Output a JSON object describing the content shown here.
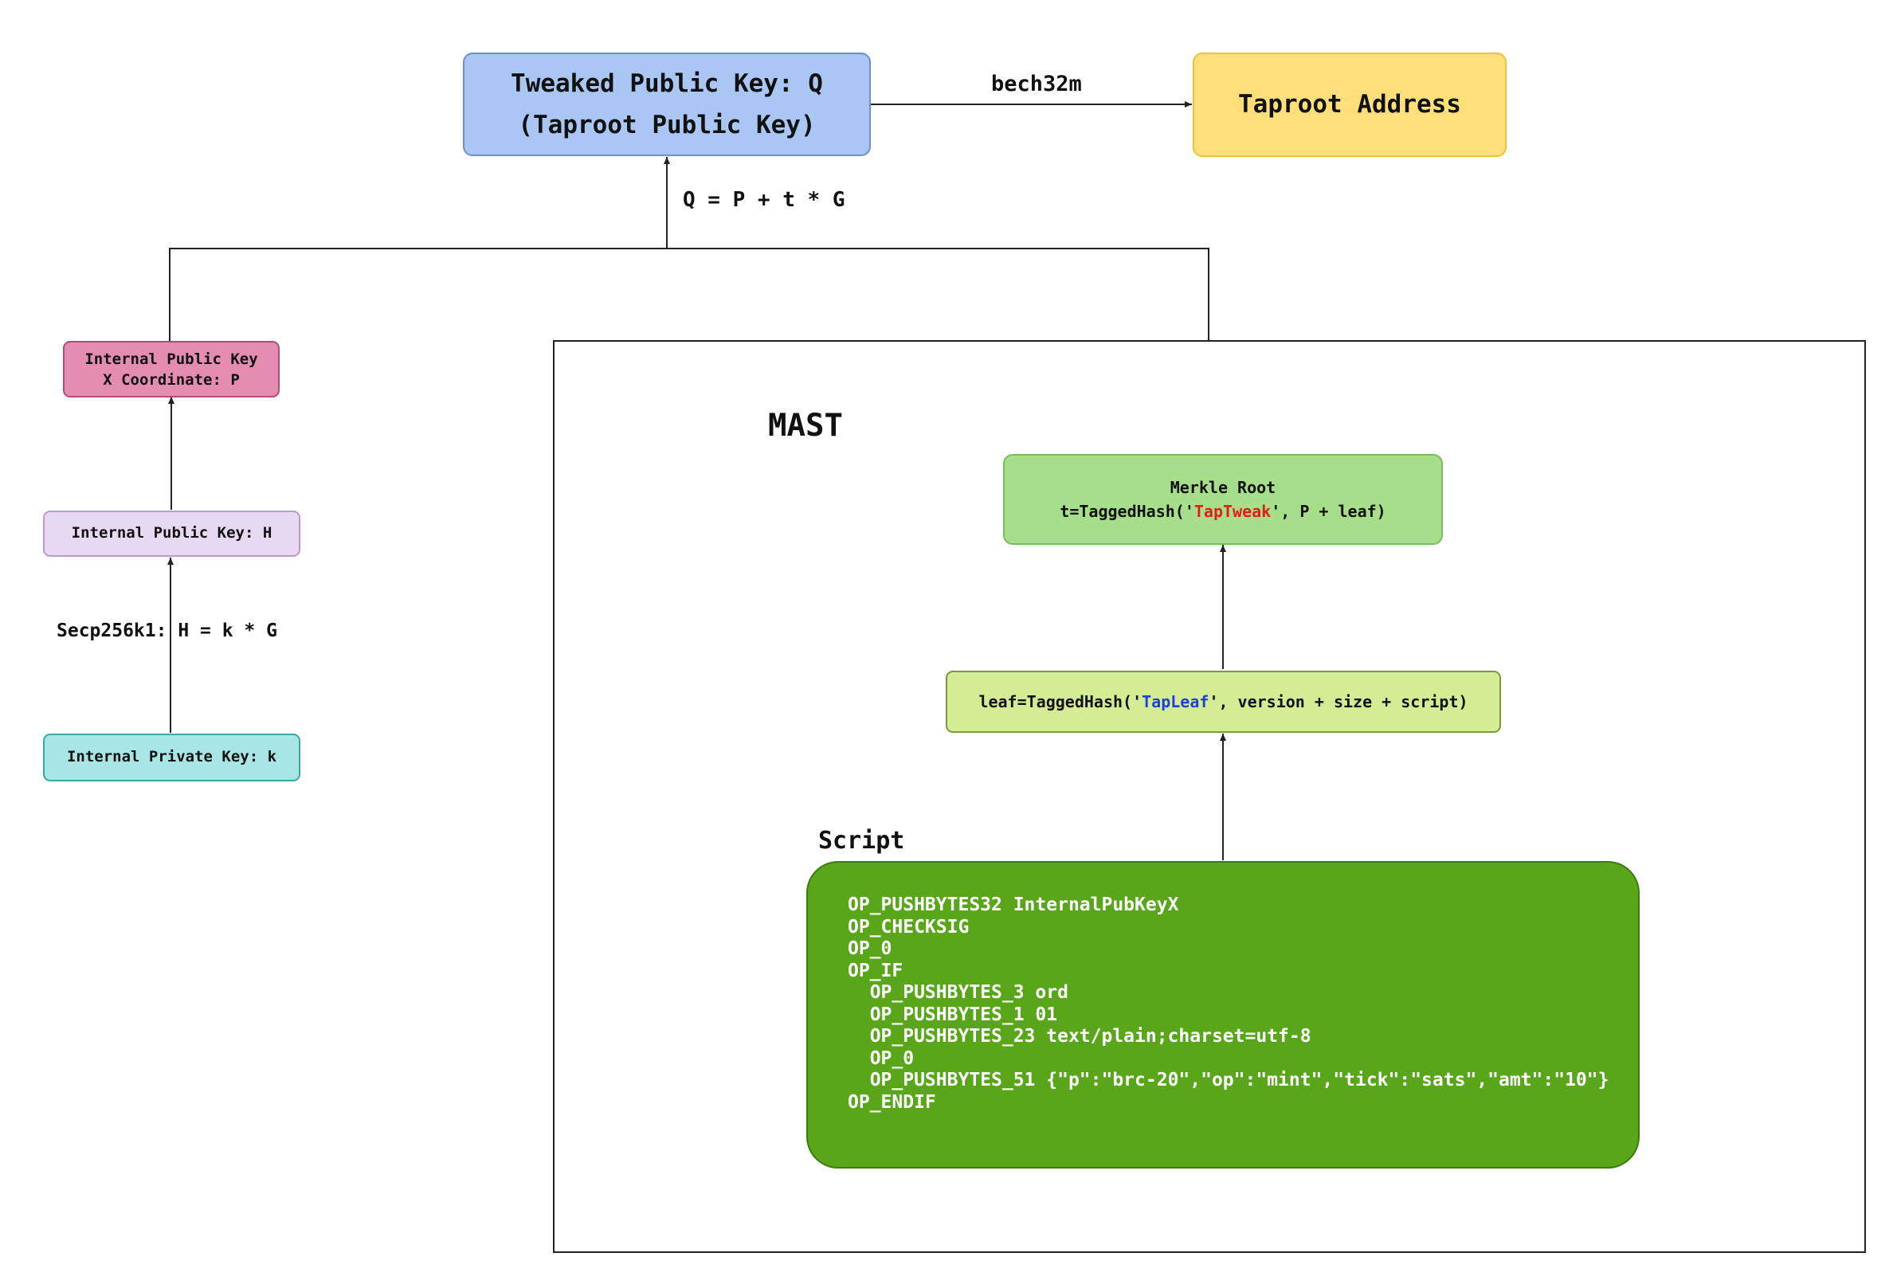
{
  "nodes": {
    "tweaked_key": {
      "line1": "Tweaked Public Key: Q",
      "line2": "(Taproot Public Key)"
    },
    "taproot_address": {
      "label": "Taproot Address"
    },
    "internal_pubkey_x": {
      "line1": "Internal Public Key",
      "line2": "X Coordinate: P"
    },
    "internal_pubkey": {
      "label": "Internal Public Key: H"
    },
    "internal_privkey": {
      "label": "Internal Private Key: k"
    },
    "merkle_root": {
      "line1": "Merkle Root",
      "line2_prefix": "t=TaggedHash('",
      "line2_highlight": "TapTweak",
      "line2_suffix": "', P + leaf)"
    },
    "leaf": {
      "prefix": "leaf=TaggedHash('",
      "highlight": "TapLeaf",
      "suffix": "', version + size + script)"
    },
    "script_box": {
      "code": "OP_PUSHBYTES32 InternalPubKeyX\nOP_CHECKSIG\nOP_0\nOP_IF\n  OP_PUSHBYTES_3 ord\n  OP_PUSHBYTES_1 01\n  OP_PUSHBYTES_23 text/plain;charset=utf-8\n  OP_0\n  OP_PUSHBYTES_51 {\"p\":\"brc-20\",\"op\":\"mint\",\"tick\":\"sats\",\"amt\":\"10\"}\nOP_ENDIF"
    }
  },
  "labels": {
    "bech32m": "bech32m",
    "tweak_formula": "Q = P + t * G",
    "secp_formula": "Secp256k1: H = k * G",
    "mast_title": "MAST",
    "script_title": "Script"
  },
  "colors": {
    "tweaked_fill": "#a9c7f2",
    "tweaked_border": "#6c8ed6",
    "address_fill": "#fedf7a",
    "address_border": "#f0c330",
    "pubx_fill": "#e48db0",
    "pubx_border": "#b8487a",
    "pub_fill": "#e8d9f2",
    "pub_border": "#b79bcc",
    "priv_fill": "#a8e6e6",
    "priv_border": "#3aa6a6",
    "merkle_fill": "#a6de8a",
    "merkle_border": "#74c05c",
    "leaf_fill": "#d4ed94",
    "leaf_border": "#7a9a3a",
    "script_fill": "#5aa61a",
    "script_border": "#3a7a10"
  }
}
